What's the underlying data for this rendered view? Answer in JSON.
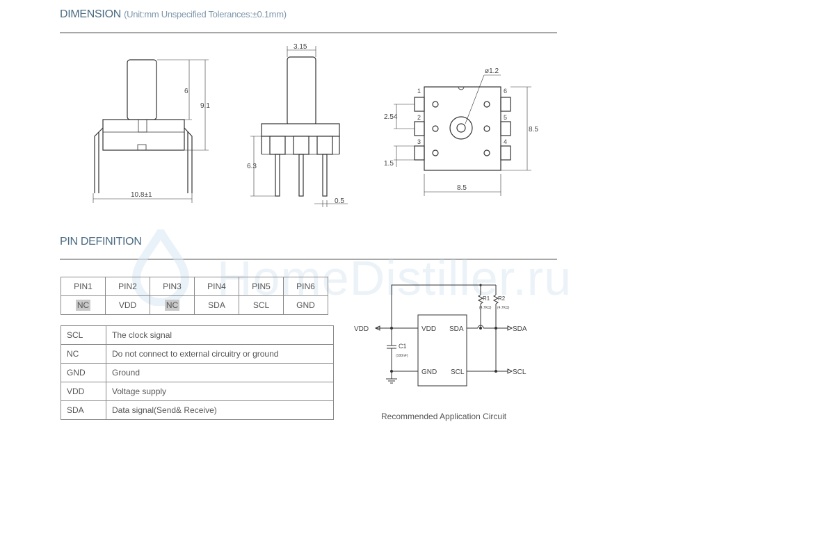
{
  "dimension": {
    "title": "DIMENSION",
    "subtitle": "(Unit:mm Unspecified Tolerances:±0.1mm)",
    "labels": {
      "height_6": "6",
      "height_9_1": "9.1",
      "width_10_8": "10.8±1",
      "width_3_15": "3.15",
      "height_6_3": "6.3",
      "pin_0_5": "0.5",
      "diameter": "ø1.2",
      "pitch_2_54": "2.54",
      "pad_1_5": "1.5",
      "height_8_5": "8.5",
      "width_8_5": "8.5",
      "pin1": "1",
      "pin2": "2",
      "pin3": "3",
      "pin4": "4",
      "pin5": "5",
      "pin6": "6"
    }
  },
  "pin_definition": {
    "title": "PIN DEFINITION",
    "headers": [
      "PIN1",
      "PIN2",
      "PIN3",
      "PIN4",
      "PIN5",
      "PIN6"
    ],
    "values": [
      "NC",
      "VDD",
      "NC",
      "SDA",
      "SCL",
      "GND"
    ],
    "definitions": [
      {
        "pin": "SCL",
        "desc": "The clock signal"
      },
      {
        "pin": "NC",
        "desc": "Do not connect to external circuitry or ground"
      },
      {
        "pin": "GND",
        "desc": "Ground"
      },
      {
        "pin": "VDD",
        "desc": "Voltage supply"
      },
      {
        "pin": "SDA",
        "desc": "Data signal(Send& Receive)"
      }
    ]
  },
  "circuit": {
    "vdd_left": "VDD",
    "sda_right": "SDA",
    "scl_right": "SCL",
    "chip_vdd": "VDD",
    "chip_sda": "SDA",
    "chip_gnd": "GND",
    "chip_scl": "SCL",
    "r1": "R1",
    "r2": "R2",
    "r1_val": "(4.7KΩ)",
    "r2_val": "(4.7KΩ)",
    "c1": "C1",
    "c1_val": "(100nF)",
    "caption": "Recommended Application Circuit"
  },
  "watermark": "HomeDistiller.ru"
}
